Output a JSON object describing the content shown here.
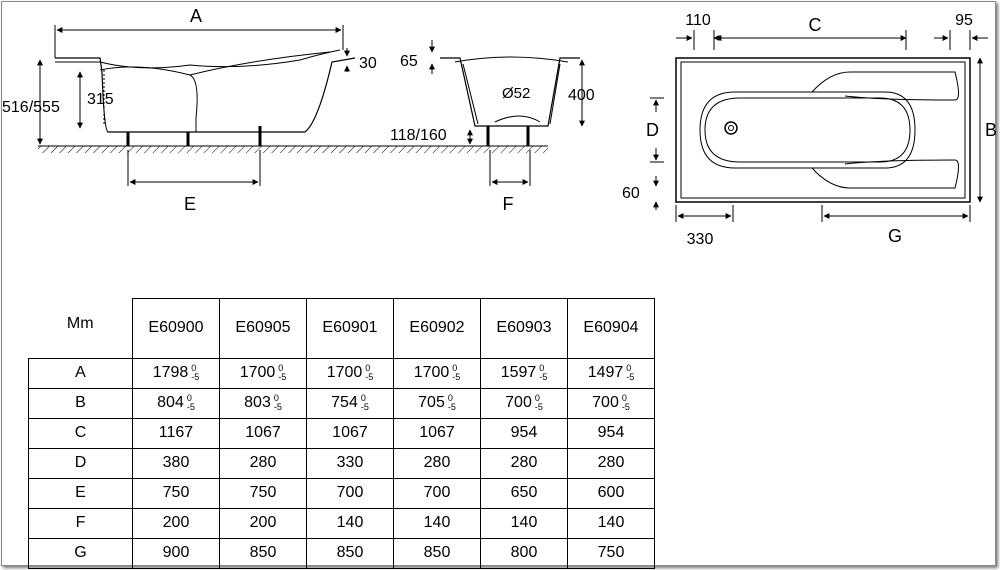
{
  "diagram": {
    "side_view": {
      "dim_A": "A",
      "dim_30": "30",
      "dim_315": "315",
      "dim_height": "516/555",
      "dim_E": "E"
    },
    "end_view": {
      "dim_65": "65",
      "dim_400": "400",
      "dim_drain": "Ø52",
      "dim_118": "118/160",
      "dim_F": "F"
    },
    "top_view": {
      "dim_110": "110",
      "dim_C": "C",
      "dim_95": "95",
      "dim_D": "D",
      "dim_B": "B",
      "dim_60": "60",
      "dim_330": "330",
      "dim_G": "G"
    }
  },
  "table": {
    "corner": "Mm",
    "models": [
      "E60900",
      "E60905",
      "E60901",
      "E60902",
      "E60903",
      "E60904"
    ],
    "rows": [
      {
        "label": "A",
        "cells": [
          {
            "v": "1798",
            "t1": "0",
            "t2": "-5"
          },
          {
            "v": "1700",
            "t1": "0",
            "t2": "-5"
          },
          {
            "v": "1700",
            "t1": "0",
            "t2": "-5"
          },
          {
            "v": "1700",
            "t1": "0",
            "t2": "-5"
          },
          {
            "v": "1597",
            "t1": "0",
            "t2": "-5"
          },
          {
            "v": "1497",
            "t1": "0",
            "t2": "-5"
          }
        ]
      },
      {
        "label": "B",
        "cells": [
          {
            "v": "804",
            "t1": "0",
            "t2": "-5"
          },
          {
            "v": "803",
            "t1": "0",
            "t2": "-5"
          },
          {
            "v": "754",
            "t1": "0",
            "t2": "-5"
          },
          {
            "v": "705",
            "t1": "0",
            "t2": "-5"
          },
          {
            "v": "700",
            "t1": "0",
            "t2": "-5"
          },
          {
            "v": "700",
            "t1": "0",
            "t2": "-5"
          }
        ]
      },
      {
        "label": "C",
        "cells": [
          {
            "v": "1167"
          },
          {
            "v": "1067"
          },
          {
            "v": "1067"
          },
          {
            "v": "1067"
          },
          {
            "v": "954"
          },
          {
            "v": "954"
          }
        ]
      },
      {
        "label": "D",
        "cells": [
          {
            "v": "380"
          },
          {
            "v": "280"
          },
          {
            "v": "330"
          },
          {
            "v": "280"
          },
          {
            "v": "280"
          },
          {
            "v": "280"
          }
        ]
      },
      {
        "label": "E",
        "cells": [
          {
            "v": "750"
          },
          {
            "v": "750"
          },
          {
            "v": "700"
          },
          {
            "v": "700"
          },
          {
            "v": "650"
          },
          {
            "v": "600"
          }
        ]
      },
      {
        "label": "F",
        "cells": [
          {
            "v": "200"
          },
          {
            "v": "200"
          },
          {
            "v": "140"
          },
          {
            "v": "140"
          },
          {
            "v": "140"
          },
          {
            "v": "140"
          }
        ]
      },
      {
        "label": "G",
        "cells": [
          {
            "v": "900"
          },
          {
            "v": "850"
          },
          {
            "v": "850"
          },
          {
            "v": "850"
          },
          {
            "v": "800"
          },
          {
            "v": "750"
          }
        ]
      }
    ]
  }
}
